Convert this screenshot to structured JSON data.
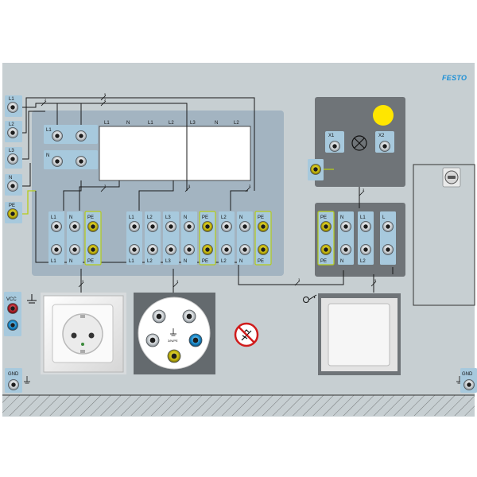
{
  "brand": "FESTO",
  "supply_terminals": [
    {
      "label": "L1",
      "pe": false
    },
    {
      "label": "L2",
      "pe": false
    },
    {
      "label": "L3",
      "pe": false
    },
    {
      "label": "N",
      "pe": false
    },
    {
      "label": "PE",
      "pe": true
    }
  ],
  "bridge_blocks": [
    {
      "label": "L1"
    },
    {
      "label": "N"
    }
  ],
  "display_labels": [
    "L1",
    "N",
    "L1",
    "L2",
    "L3",
    "N",
    "L2"
  ],
  "wire_counts": [
    "5",
    "2",
    "2",
    "3",
    "5",
    "3",
    "3",
    "3",
    "3",
    "3",
    "5",
    "2"
  ],
  "distributor_groups": [
    {
      "name": "group-1",
      "labels": [
        "L1",
        "N",
        "PE"
      ]
    },
    {
      "name": "group-2",
      "labels": [
        "L1",
        "L2",
        "L3",
        "N",
        "PE"
      ]
    },
    {
      "name": "group-3",
      "labels": [
        "L2",
        "N",
        "PE"
      ]
    }
  ],
  "lamp_module": {
    "x1": "X1",
    "x2": "X2"
  },
  "switch_group_labels": [
    "PE",
    "N",
    "L1",
    "L"
  ],
  "switch_group_bottom": [
    "PE",
    "N",
    "L2",
    ""
  ],
  "vcc_label": "VCC",
  "gnd_label": "GND",
  "cee_socket_label": "3/N/PE"
}
